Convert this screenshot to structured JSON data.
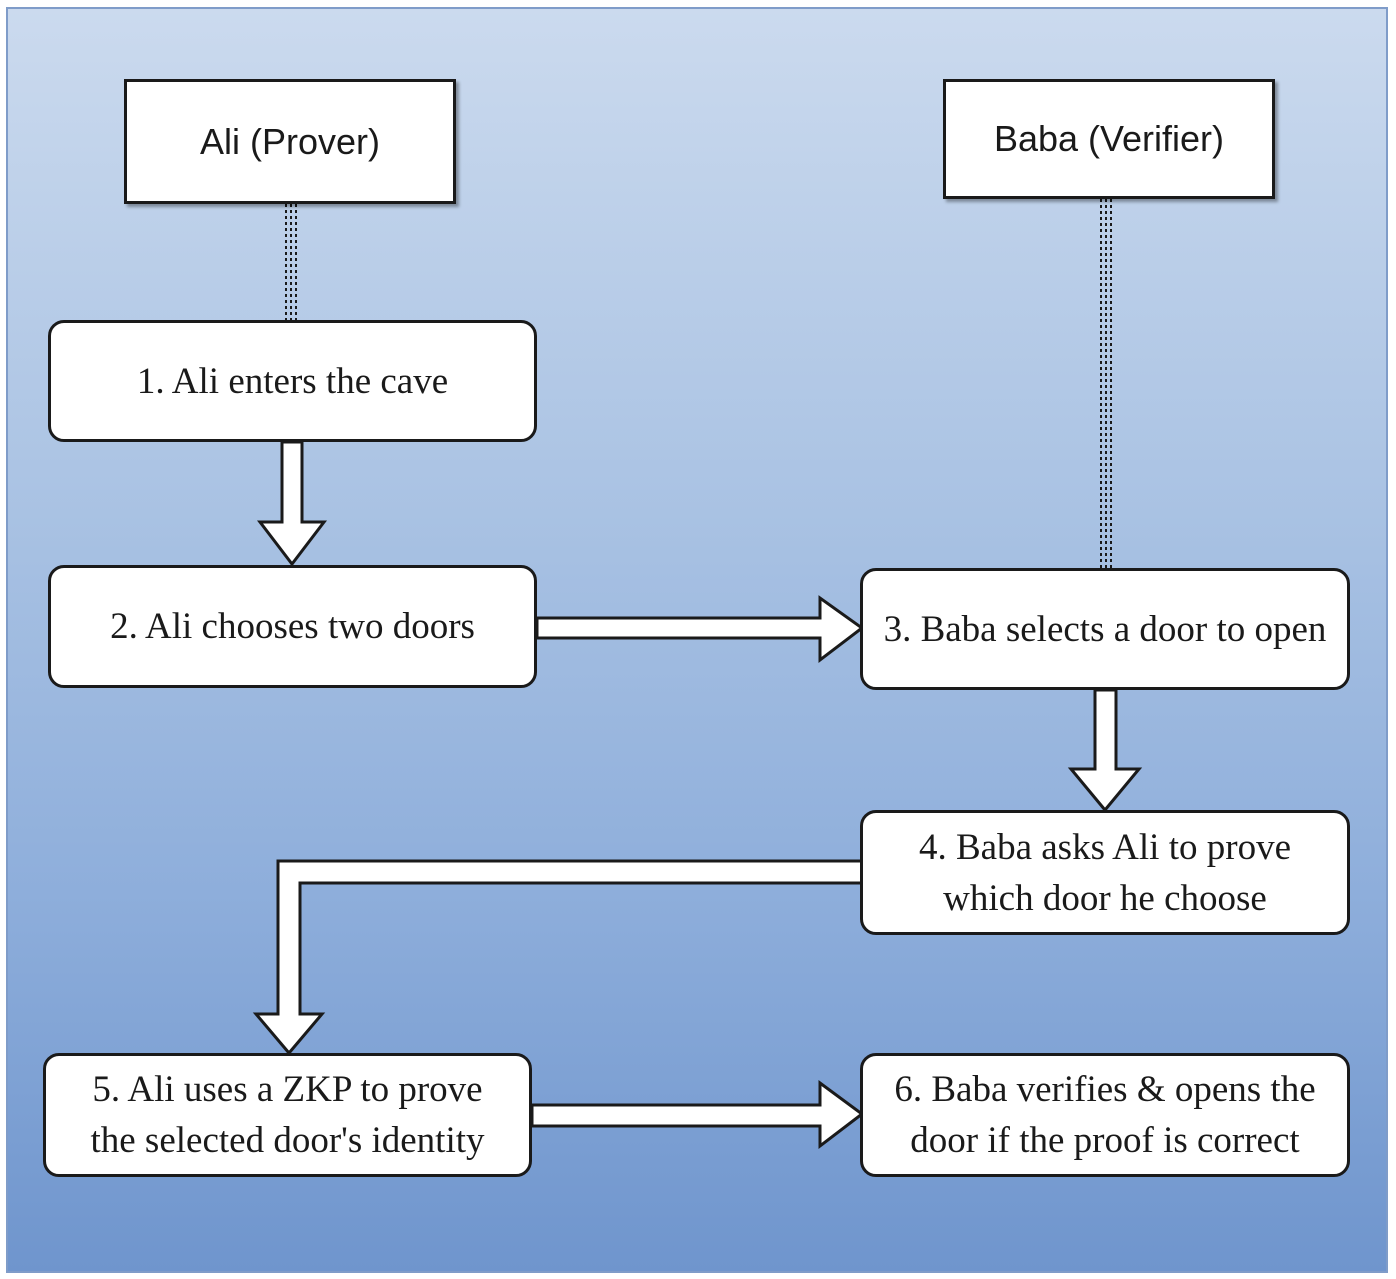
{
  "actors": {
    "prover": "Ali (Prover)",
    "verifier": "Baba (Verifier)"
  },
  "steps": {
    "step1": "1. Ali enters the cave",
    "step2": "2. Ali chooses two doors",
    "step3": "3. Baba selects a door to open",
    "step4": "4. Baba asks Ali to prove\nwhich door he choose",
    "step5": "5. Ali uses a ZKP to prove\nthe selected door's identity",
    "step6": "6. Baba verifies & opens the\ndoor if the proof is correct"
  },
  "colors": {
    "background_top": "#cbdaee",
    "background_bottom": "#6f95cd",
    "border": "#1a1a1a",
    "box_fill": "#ffffff"
  }
}
